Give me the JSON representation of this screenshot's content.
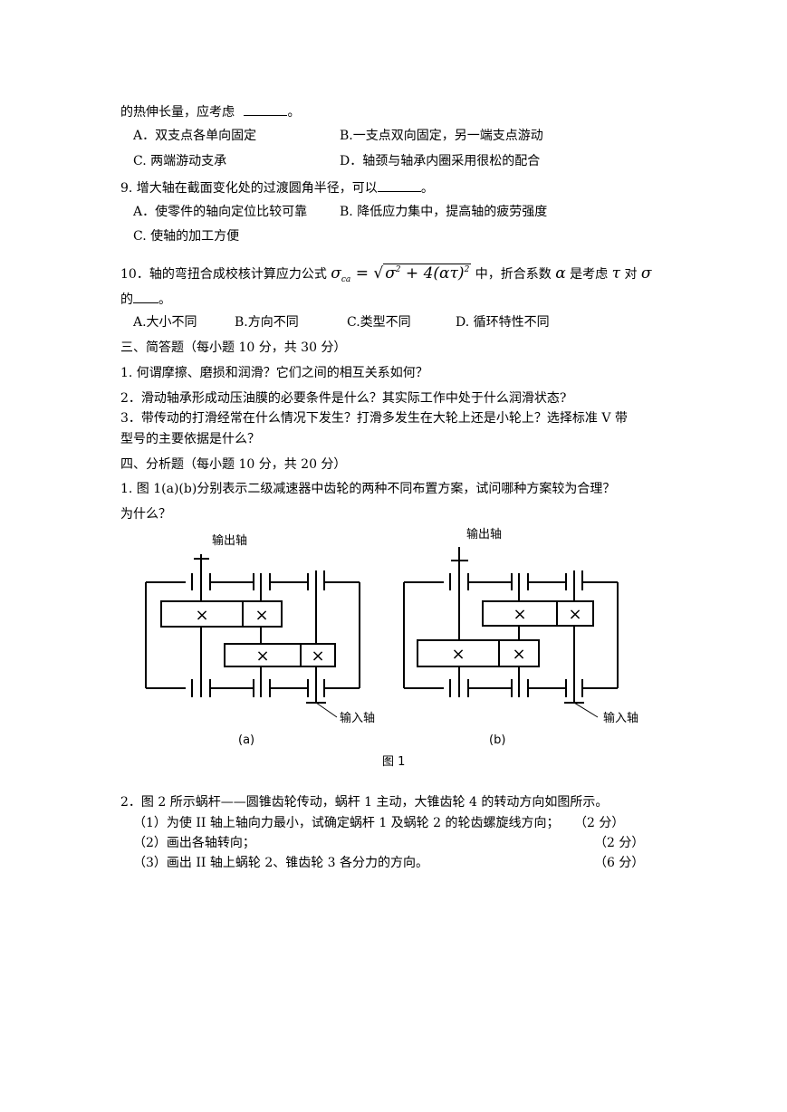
{
  "q8_tail": {
    "text": "的热伸长量，应考虑",
    "end": "。"
  },
  "q8_options": {
    "a": "A．双支点各单向固定",
    "b": "B.一支点双向固定，另一端支点游动",
    "c": "C. 两端游动支承",
    "d": "D．轴颈与轴承内圈采用很松的配合"
  },
  "q9": {
    "stem": "9. 增大轴在截面变化处的过渡圆角半径，可以",
    "end": "。",
    "a": "A．使零件的轴向定位比较可靠",
    "b": "B. 降低应力集中，提高轴的疲劳强度",
    "c": "C. 使轴的加工方便"
  },
  "q10": {
    "stem": "10．轴的弯扭合成校核计算应力公式",
    "mid": "中，折合系数",
    "alpha": "α",
    "mid2": "是考虑",
    "tau": "τ",
    "mid3": "对",
    "sigma": "σ",
    "line2": "的",
    "end": "。",
    "a": "A.大小不同",
    "b": "B.方向不同",
    "c": "C.类型不同",
    "d": "D. 循环特性不同"
  },
  "section3": {
    "title": "三、简答题（每小题 10 分，共 30 分）",
    "q1": "1. 何谓摩擦、磨损和润滑？它们之间的相互关系如何？",
    "q2": "2．滑动轴承形成动压油膜的必要条件是什么？其实际工作中处于什么润滑状态?",
    "q3a": "3．带传动的打滑经常在什么情况下发生？打滑多发生在大轮上还是小轮上？选择标准 V 带",
    "q3b": "型号的主要依据是什么？"
  },
  "section4": {
    "title": "四、分析题（每小题 10 分，共 20 分）",
    "q1a": "1.  图 1(a)(b)分别表示二级减速器中齿轮的两种不同布置方案，试问哪种方案较为合理？",
    "q1b": "为什么？"
  },
  "figure1": {
    "output_label": "输出轴",
    "input_label": "输入轴",
    "label_a": "(a)",
    "label_b": "(b)",
    "caption": "图 1",
    "gear_mark": "×"
  },
  "q2_analysis": {
    "stem": "2．图 2 所示蜗杆——圆锥齿轮传动，蜗杆 1 主动，大锥齿轮 4 的转动方向如图所示。",
    "p1": "（1）为使 II 轴上轴向力最小，试确定蜗杆 1 及蜗轮 2 的轮齿螺旋线方向；",
    "p1_score": "（2 分）",
    "p2": "（2）画出各轴转向；",
    "p2_score": "（2 分）",
    "p3": "（3）画出 II 轴上蜗轮 2、锥齿轮 3 各分力的方向。",
    "p3_score": "（6 分）"
  }
}
